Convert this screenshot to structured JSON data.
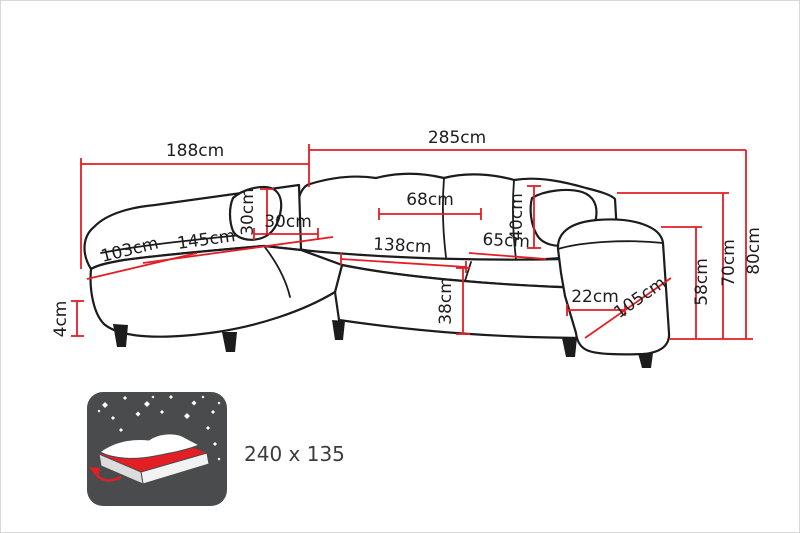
{
  "diagram": {
    "dimensions": {
      "left_section_width": "188cm",
      "total_width": "285cm",
      "total_height": "80cm",
      "backrest_height": "70cm",
      "armrest_height": "58cm",
      "pillow_height": "30cm",
      "pillow_width": "30cm",
      "back_cushion_width": "68cm",
      "back_cushion_height": "40cm",
      "chaise_width": "103cm",
      "chaise_length": "145cm",
      "seat_width": "138cm",
      "right_back_cushion_width": "65cm",
      "seat_height": "38cm",
      "armrest_width": "22cm",
      "total_depth": "105cm",
      "leg_height": "4cm"
    },
    "sleeping_area": {
      "size_label": "240 x 135",
      "icon": "bed-with-stars-sleeping-function-icon"
    },
    "colors": {
      "dimension_red": "#e31e24",
      "outline_black": "#1c1c1c",
      "icon_background": "#4a4b4d"
    }
  }
}
